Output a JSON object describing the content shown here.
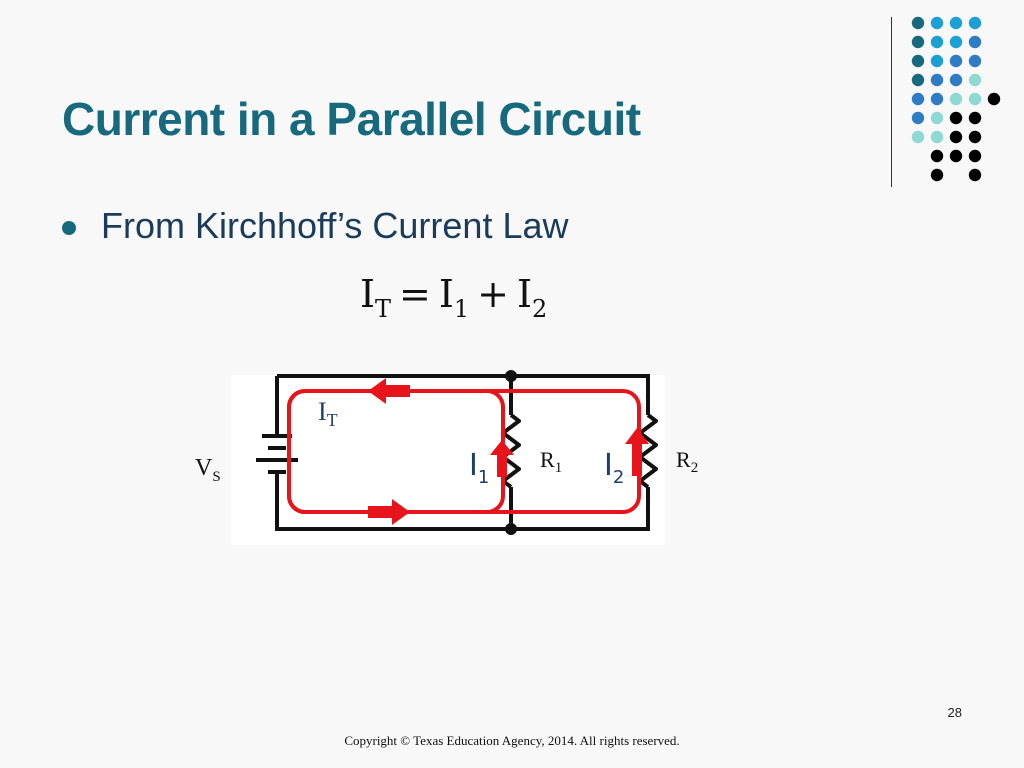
{
  "slide": {
    "title": "Current in a Parallel Circuit",
    "bullet": "From Kirchhoff’s Current Law",
    "page_number": "28",
    "footer": "Copyright © Texas Education Agency, 2014. All rights reserved."
  },
  "equation": {
    "lhs": "I",
    "lhs_sub": "T",
    "eq": "=",
    "t1": "I",
    "t1_sub": "1",
    "plus": "+",
    "t2": "I",
    "t2_sub": "2"
  },
  "circuit_labels": {
    "vs": "V",
    "vs_sub": "S",
    "it": "I",
    "it_sub": "T",
    "i1": "I",
    "i1_sub": "1",
    "r1": "R",
    "r1_sub": "1",
    "i2": "I",
    "i2_sub": "2",
    "r2": "R",
    "r2_sub": "2"
  },
  "colors": {
    "title": "#176a7e",
    "text": "#1a3b5a",
    "current_loop": "#e8141b",
    "wire": "#111111",
    "label_current": "#1f3f6b",
    "dot_palette": [
      "#176a7e",
      "#1ba0d4",
      "#2d7cc4",
      "#8ed9d2"
    ]
  },
  "decor_dots": [
    [
      0,
      1,
      1,
      1,
      null
    ],
    [
      0,
      1,
      1,
      2,
      null
    ],
    [
      0,
      1,
      2,
      2,
      null
    ],
    [
      0,
      2,
      2,
      3,
      null
    ],
    [
      2,
      2,
      3,
      3,
      4
    ],
    [
      2,
      3,
      4,
      4,
      null
    ],
    [
      3,
      3,
      4,
      4,
      null
    ],
    [
      null,
      4,
      4,
      4,
      null
    ],
    [
      null,
      4,
      null,
      4,
      null
    ]
  ]
}
